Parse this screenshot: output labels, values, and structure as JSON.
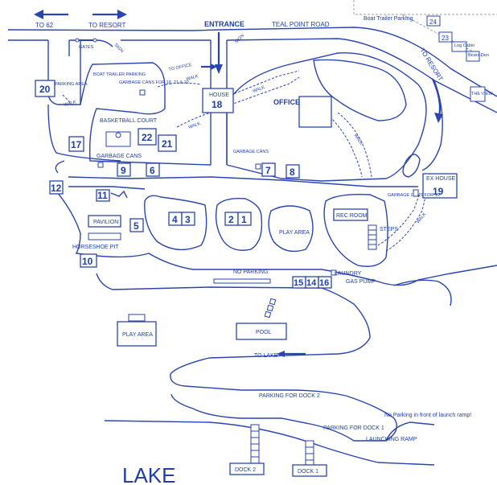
{
  "map": {
    "top": {
      "to_62": "TO 62",
      "to_resort": "TO RESORT",
      "entrance": "ENTRANCE",
      "teal_point_road": "TEAL POINT ROAD",
      "boat_trailer_parking_top": "Boat Trailer Parking",
      "to_resort_right": "TO RESORT",
      "gates": "GATES",
      "sign_1": "SIGN",
      "sign_2": "SIGN",
      "log_cabin": "Log Cabin",
      "bears_den": "Bears Den",
      "the_view": "THE VIEW"
    },
    "labels": {
      "parking_area": "PARKING AREA",
      "walk_1": "WALK",
      "boat_trailer_parking": "BOAT TRAILER PARKING",
      "to_office": "TO OFFICE",
      "walk_2": "WALK",
      "garbage_cans_18_21_22": "GARBAGE CANS FOR 18, 21 & 22",
      "house": "HOUSE",
      "walk_3": "WALK",
      "office": "OFFICE",
      "basketball_court": "BASKETBALL COURT",
      "walk_4": "WALK",
      "walk_5": "WALK",
      "garbage_cans_1": "GARBAGE CANS",
      "garbage_cans_2": "GARBAGE CANS",
      "ex_house": "EX HOUSE",
      "garbage_cans_19": "GARBAGE CANS FOR 19",
      "pavilion": "PAVILION",
      "rec_room": "REC ROOM",
      "play_area_1": "PLAY AREA",
      "steps": "STEPS",
      "walk_6": "WALK",
      "horseshoe_pit": "HORSESHOE PIT",
      "no_parking": "NO PARKING",
      "laundry": "LAUNDRY",
      "gas_pump": "GAS PUMP",
      "pool": "POOL",
      "play_area_2": "PLAY AREA",
      "to_lake": "TO LAKE",
      "parking_dock_2": "PARKING FOR DOCK 2",
      "parking_dock_1": "PARKING FOR DOCK 1",
      "no_parking_ramp": "No Parking in front of launch ramp!",
      "launching_ramp": "LAUNCHING RAMP",
      "dock_2": "DOCK 2",
      "dock_1": "DOCK 1",
      "lake": "LAKE"
    },
    "sites": {
      "s1": "1",
      "s2": "2",
      "s3": "3",
      "s4": "4",
      "s5": "5",
      "s6": "6",
      "s7": "7",
      "s8": "8",
      "s9": "9",
      "s10": "10",
      "s11": "11",
      "s12": "12",
      "s14": "14",
      "s15": "15",
      "s16": "16",
      "s17": "17",
      "s18": "18",
      "s19": "19",
      "s20": "20",
      "s21": "21",
      "s22": "22",
      "s23": "23",
      "s24": "24"
    }
  }
}
